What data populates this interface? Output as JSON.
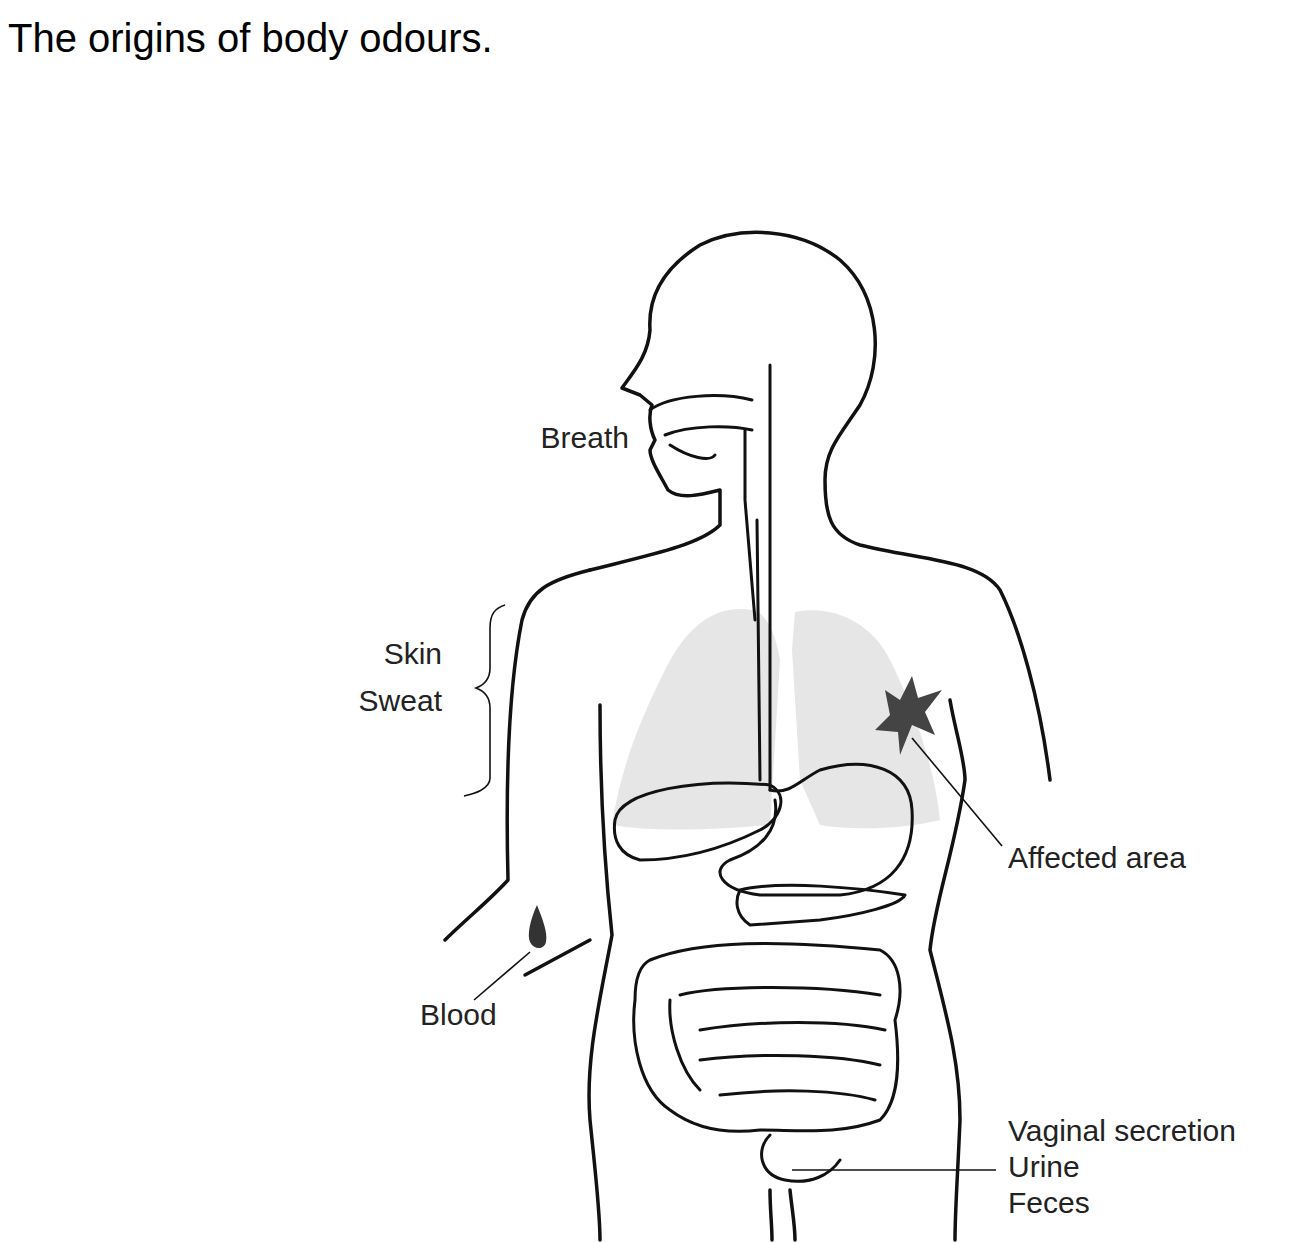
{
  "diagram": {
    "title": "The origins of body odours.",
    "labels": [
      "Breath",
      "Skin",
      "Sweat",
      "Affected area",
      "Blood",
      "Vaginal secretion",
      "Urine",
      "Feces"
    ]
  }
}
